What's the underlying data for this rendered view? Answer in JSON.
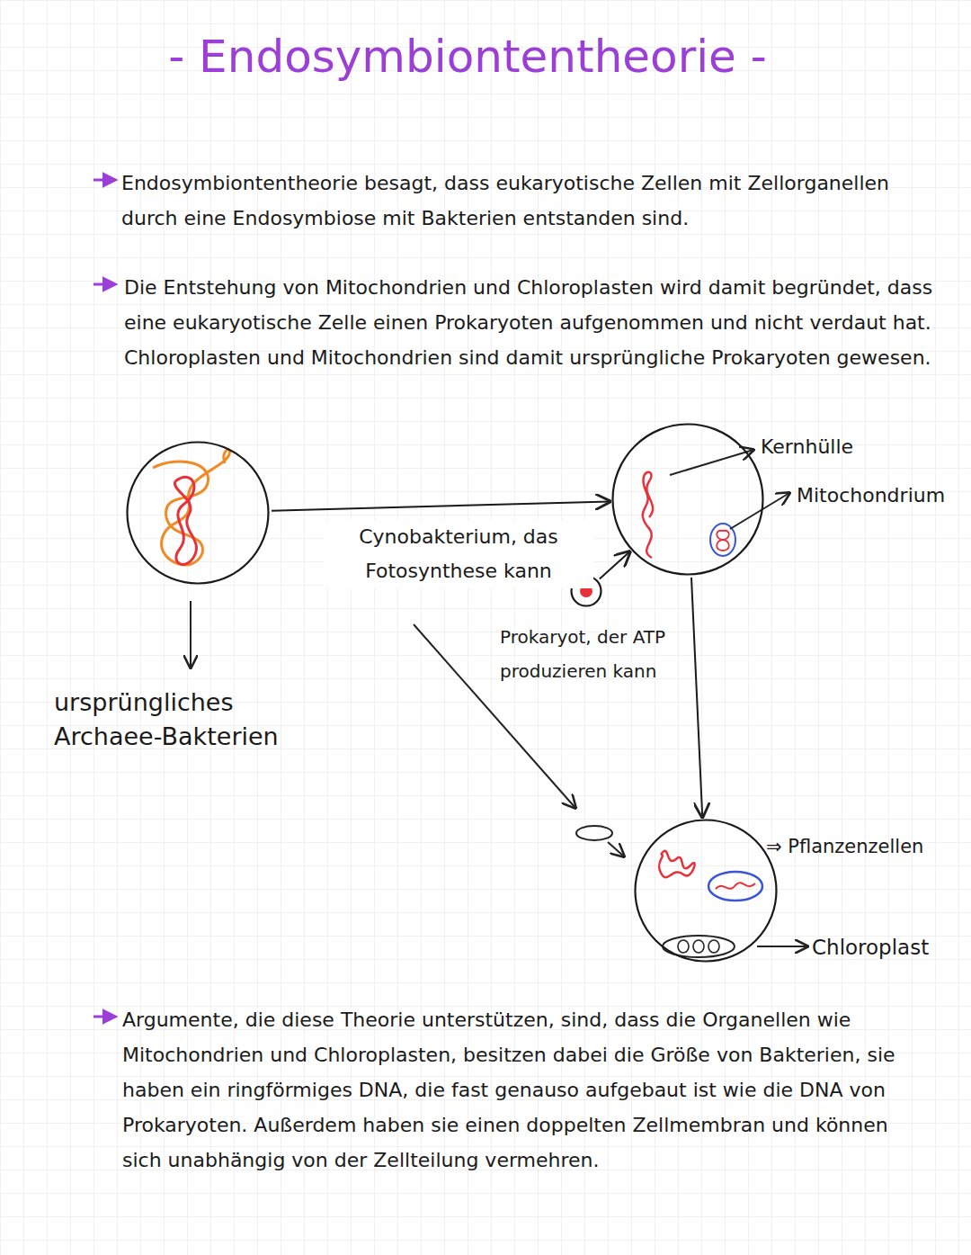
{
  "diagram": {
    "title": "- Endosymbiontentheorie -",
    "nodes": [
      {
        "text": [
          "ursprüngliches Archaee-Bakterien"
        ]
      },
      {
        "text": [
          "Prokaryot, der ATP produzieren kann"
        ]
      },
      {
        "text": [
          "Kernhülle",
          "Mitochondrium"
        ]
      },
      {
        "text": [
          "⇒ Pflanzenzellen",
          "Chloroplast"
        ]
      }
    ],
    "edges": [
      {
        "from": 0,
        "to": 2,
        "arrow": "to",
        "label": "Cynobakterium, das Fotosynthese kann"
      },
      {
        "from": 1,
        "to": 2,
        "arrow": "to"
      },
      {
        "from": 2,
        "to": 3,
        "arrow": "to"
      }
    ],
    "labels": [
      "Endosymbiontentheorie besagt, dass eukaryotische Zellen mit Zellorganellen durch eine Endosymbiose mit Bakterien entstanden sind.",
      "Die Entstehung von Mitochondrien und Chloroplasten wird damit begründet, dass eine eukaryotische Zelle einen Prokaryoten aufgenommen und nicht verdaut hat. Chloroplasten und Mitochondrien sind damit ursprüngliche Prokaryoten gewesen.",
      "Argumente, die diese Theorie unterstützen, sind, dass die Organellen wie Mitochondrien und Chloroplasten, besitzen dabei die Größe von Bakterien, sie haben ein ringförmiges DNA, die fast genauso aufgebaut ist wie die DNA von Prokaryoten. Außerdem haben sie einen doppelten Zellmembran und können sich unabhängig von der Zellteilung vermehren."
    ]
  }
}
